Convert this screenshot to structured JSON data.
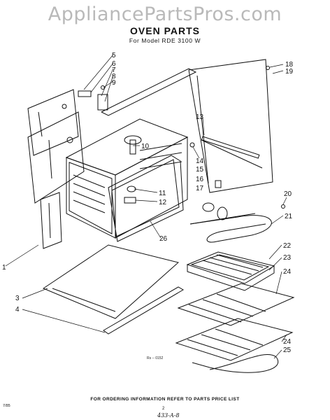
{
  "watermark": "AppliancePartsPros.com",
  "title": "OVEN PARTS",
  "subtitle": "For Model RDE 3100 W",
  "callouts": {
    "n1": "1",
    "n3": "3",
    "n4": "4",
    "n5": "5",
    "n6": "6",
    "n7": "7",
    "n8": "8",
    "n9": "9",
    "n10": "10",
    "n11": "11",
    "n12": "12",
    "n13": "13",
    "n14": "14",
    "n15": "15",
    "n16": "16",
    "n17": "17",
    "n18": "18",
    "n19": "19",
    "n20": "20",
    "n21": "21",
    "n22": "22",
    "n23": "23",
    "n24a": "24",
    "n24b": "24",
    "n25": "25",
    "n26": "26"
  },
  "drawing_code": "Rs -- 0152",
  "footer": "FOR ORDERING INFORMATION REFER TO PARTS PRICE LIST",
  "left_code": "7/85",
  "page_number": "2",
  "handwritten_code": "433-A-8"
}
